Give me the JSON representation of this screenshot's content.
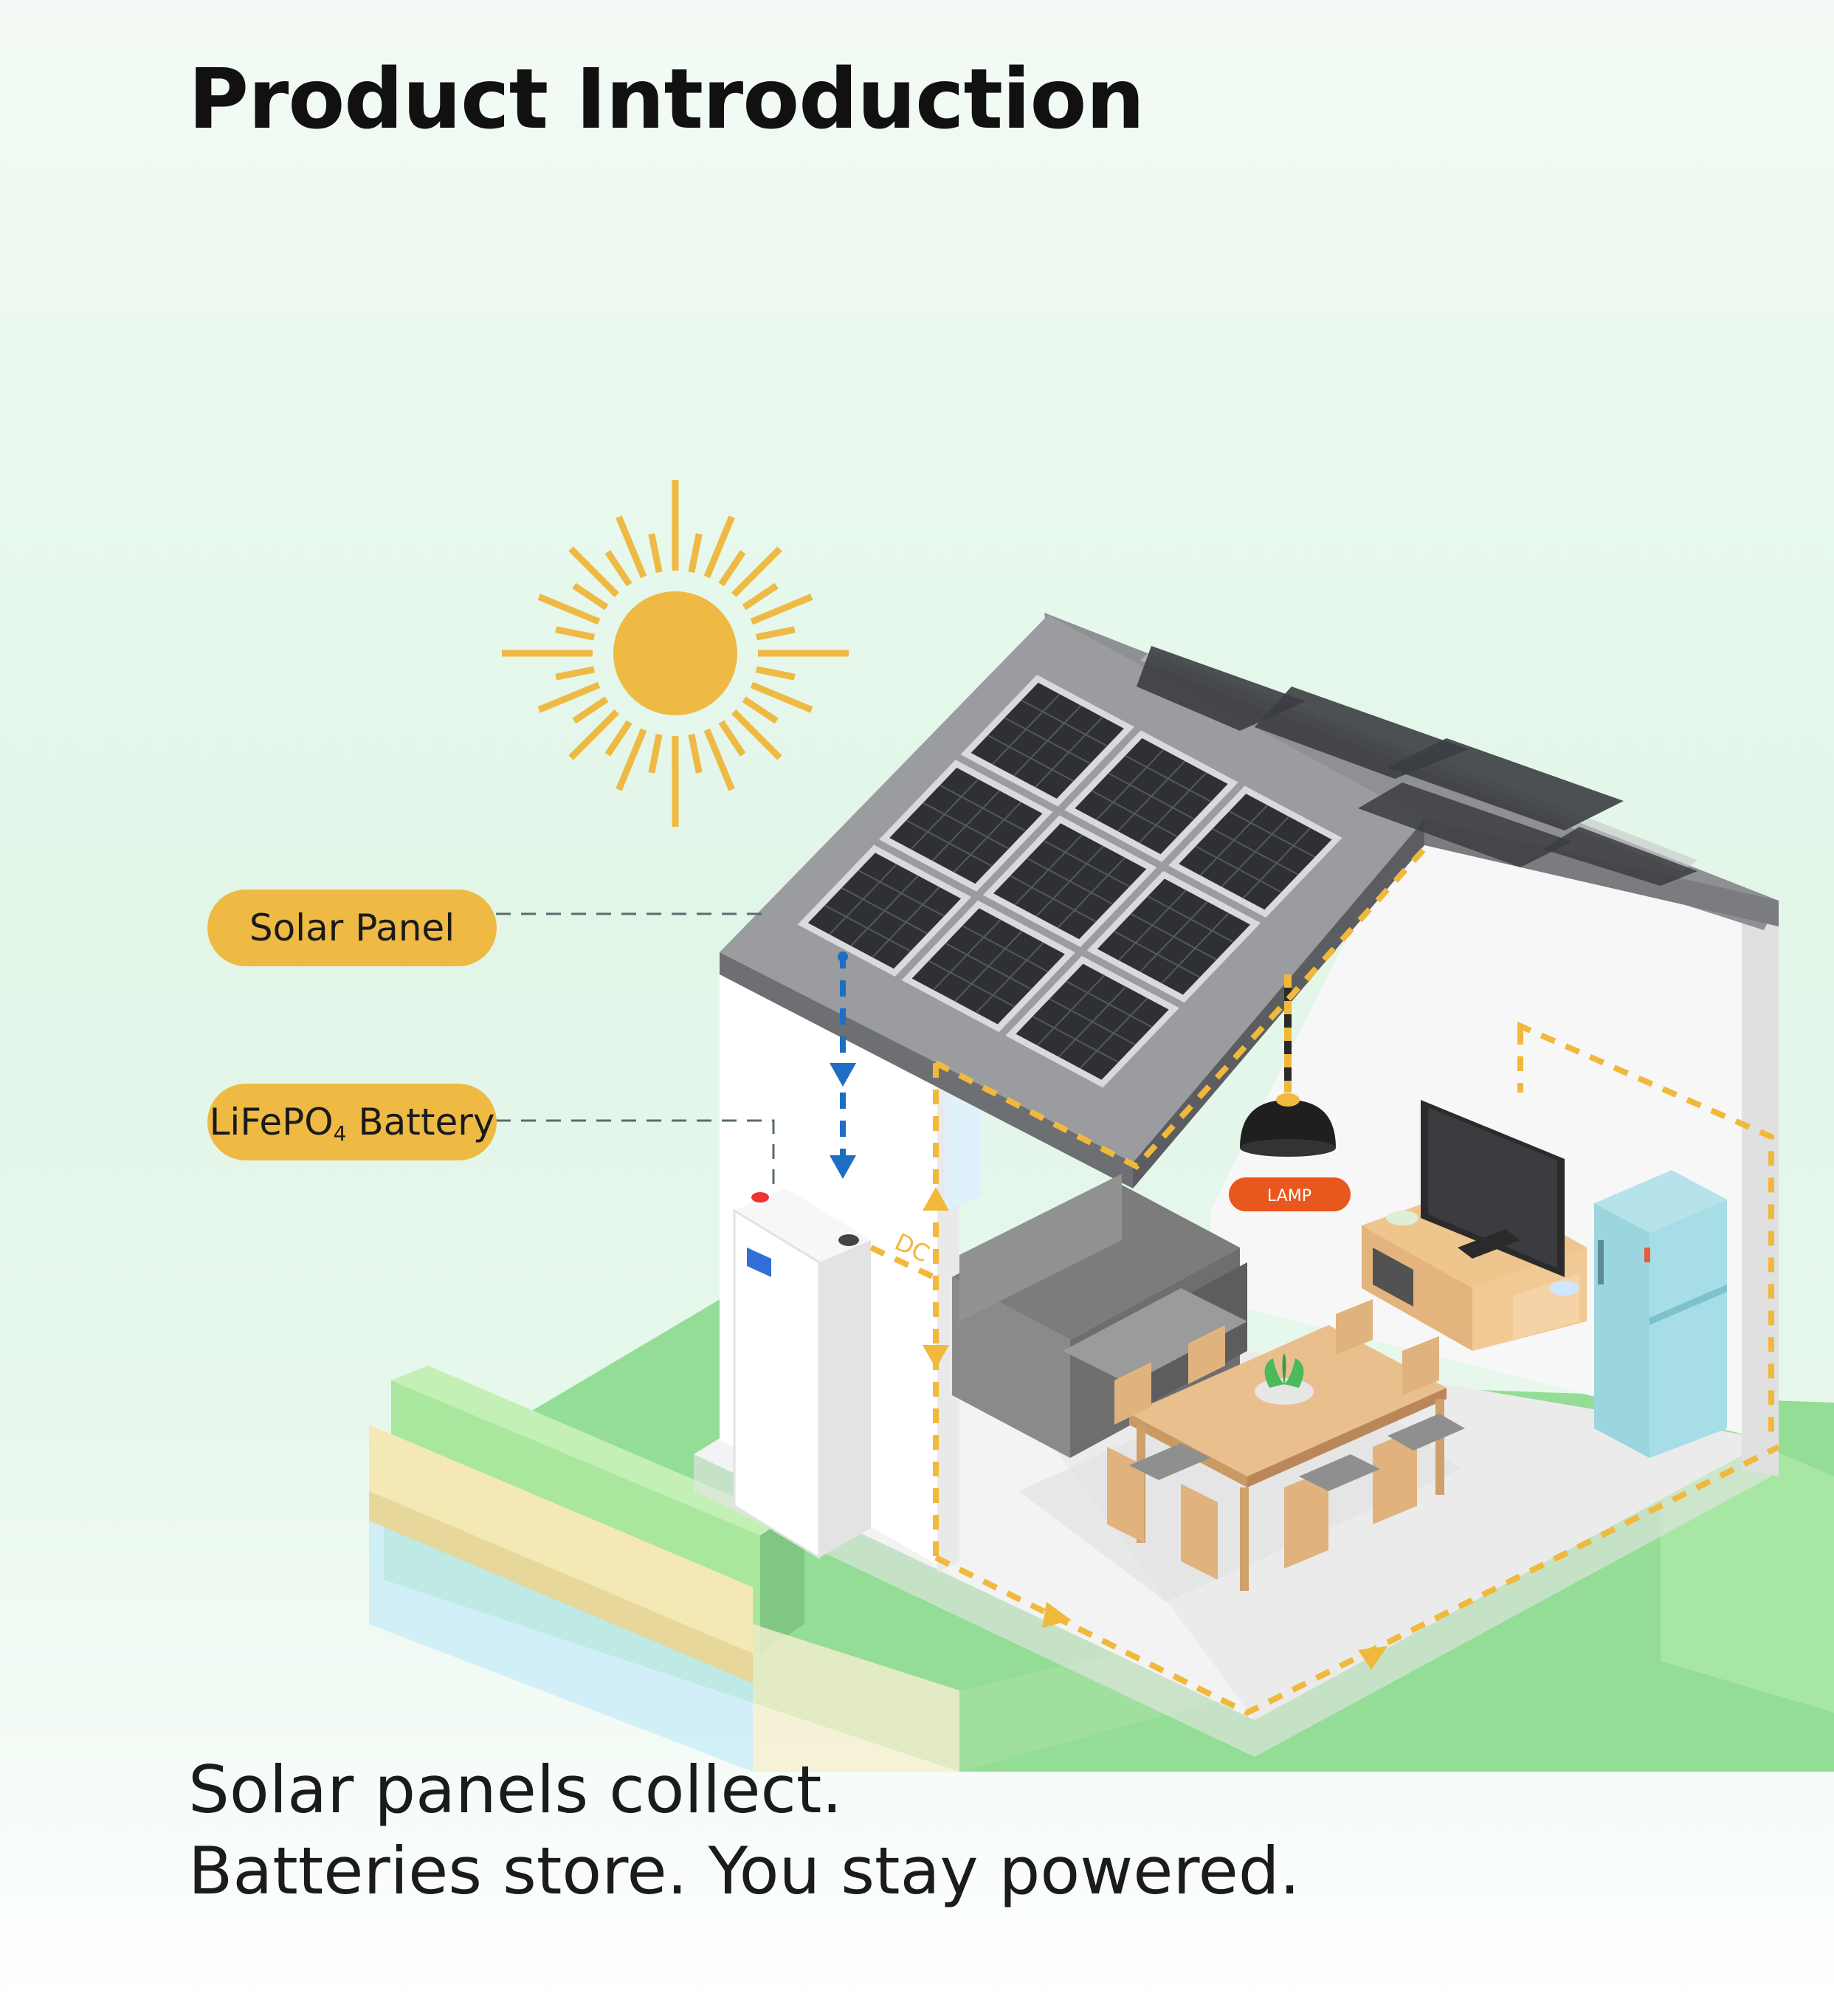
{
  "page": {
    "title": "Product Introduction",
    "tagline_line1": "Solar panels collect.",
    "tagline_line2": "Batteries store. You stay powered."
  },
  "callouts": {
    "solar_panel": "Solar Panel",
    "battery_main": "LiFePO",
    "battery_sub": "4",
    "battery_suffix": " Battery"
  },
  "diagram_labels": {
    "dc": "DC",
    "lamp": "LAMP"
  },
  "colors": {
    "sun": "#EEBA43",
    "pill": "#EEBA43",
    "flow_dc": "#1E6FC4",
    "flow_ac": "#F1B93B",
    "lamp_badge": "#E8571E",
    "grass": "#8ED98E",
    "panel": "#2E3034",
    "roof": "#8B8D90",
    "fridge": "#9ED9E2",
    "table": "#E7BE8E"
  }
}
